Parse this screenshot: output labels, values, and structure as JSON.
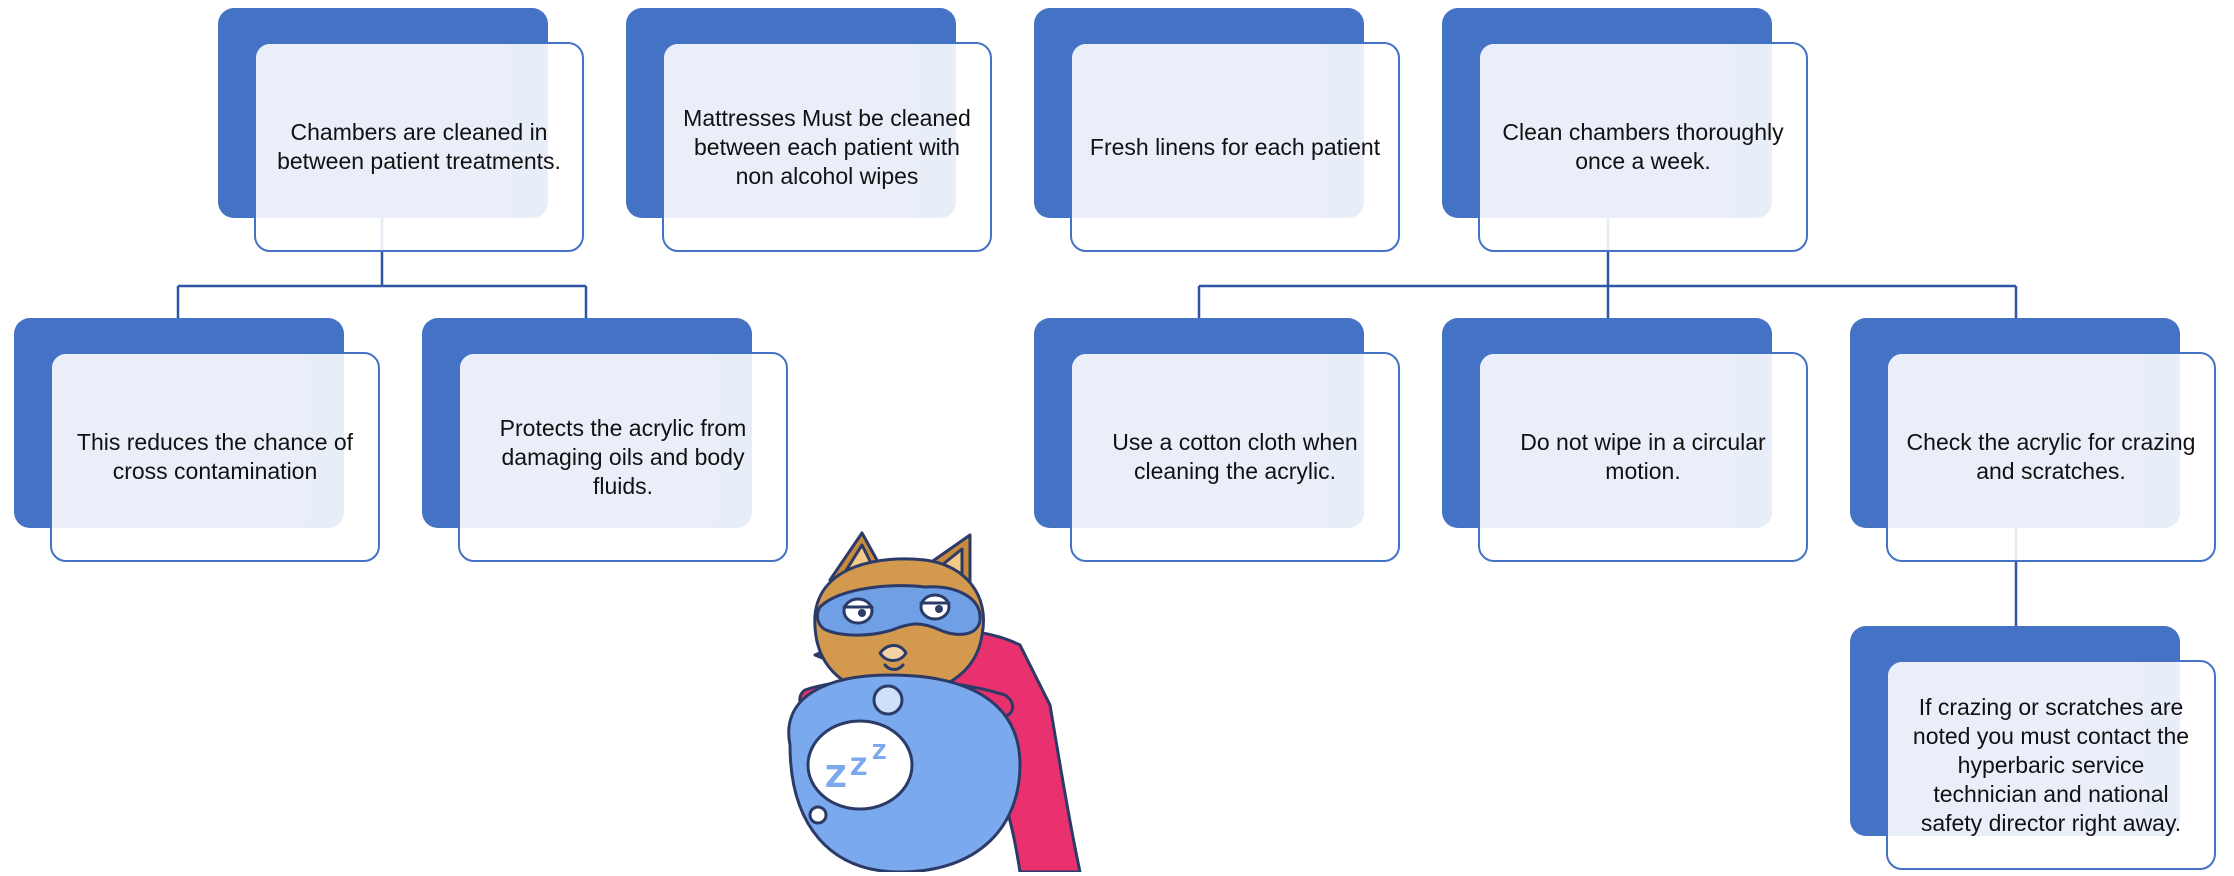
{
  "nodes": [
    {
      "text": "Chambers are cleaned in between patient treatments."
    },
    {
      "text": "Mattresses Must be cleaned between each patient with non alcohol wipes"
    },
    {
      "text": "Fresh linens for each patient"
    },
    {
      "text": "Clean chambers thoroughly once a week."
    },
    {
      "text": "This reduces the chance of cross contamination"
    },
    {
      "text": "Protects the acrylic from damaging oils and body fluids."
    },
    {
      "text": "Use a cotton cloth when cleaning the acrylic."
    },
    {
      "text": "Do not wipe in a circular motion."
    },
    {
      "text": "Check the acrylic for crazing and scratches."
    },
    {
      "text": "If crazing or scratches are noted you must contact the hyperbaric service technician and national safety director right away."
    }
  ],
  "colors": {
    "box_fill": "#4472c4",
    "panel_fill": "#e9eef8",
    "connector": "#2f55a4"
  },
  "illustration": "sleepy-superhero-cat"
}
